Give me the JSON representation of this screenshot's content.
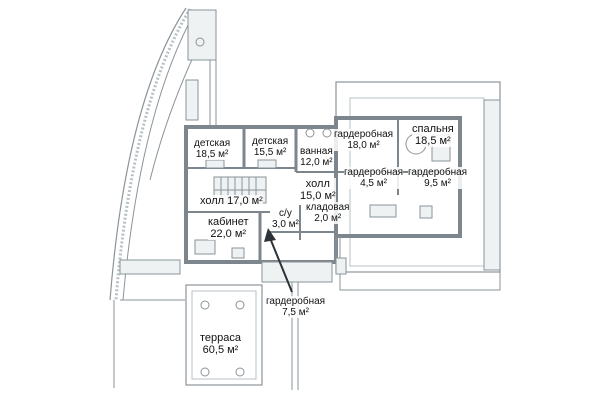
{
  "colors": {
    "wall": "#7c868c",
    "line": "#8a9499",
    "fill": "#eef2f3",
    "accent": "#3f4a52",
    "arrow": "#2b3238"
  },
  "rooms": [
    {
      "id": "detskaya-1",
      "name": "детская",
      "area": "18,5 м²"
    },
    {
      "id": "detskaya-2",
      "name": "детская",
      "area": "15,5 м²"
    },
    {
      "id": "vannaya",
      "name": "ванная",
      "area": "12,0 м²"
    },
    {
      "id": "garderobnaya-1",
      "name": "гардеробная",
      "area": "18,0 м²"
    },
    {
      "id": "spalnya",
      "name": "спальня",
      "area": "18,5 м²"
    },
    {
      "id": "garderobnaya-2",
      "name": "гардеробная",
      "area": "4,5 м²"
    },
    {
      "id": "garderobnaya-3",
      "name": "гардеробная",
      "area": "9,5 м²"
    },
    {
      "id": "holl-1",
      "name": "холл",
      "area": "15,0 м²"
    },
    {
      "id": "holl-2",
      "name": "холл",
      "area": "17,0 м²"
    },
    {
      "id": "kladovaya",
      "name": "кладовая",
      "area": "2,0 м²"
    },
    {
      "id": "su",
      "name": "с/у",
      "area": "3,0 м²"
    },
    {
      "id": "kabinet",
      "name": "кабинет",
      "area": "22,0 м²"
    },
    {
      "id": "garderobnaya-4",
      "name": "гардеробная",
      "area": "7,5 м²"
    },
    {
      "id": "terrasa",
      "name": "терраса",
      "area": "60,5 м²"
    }
  ]
}
